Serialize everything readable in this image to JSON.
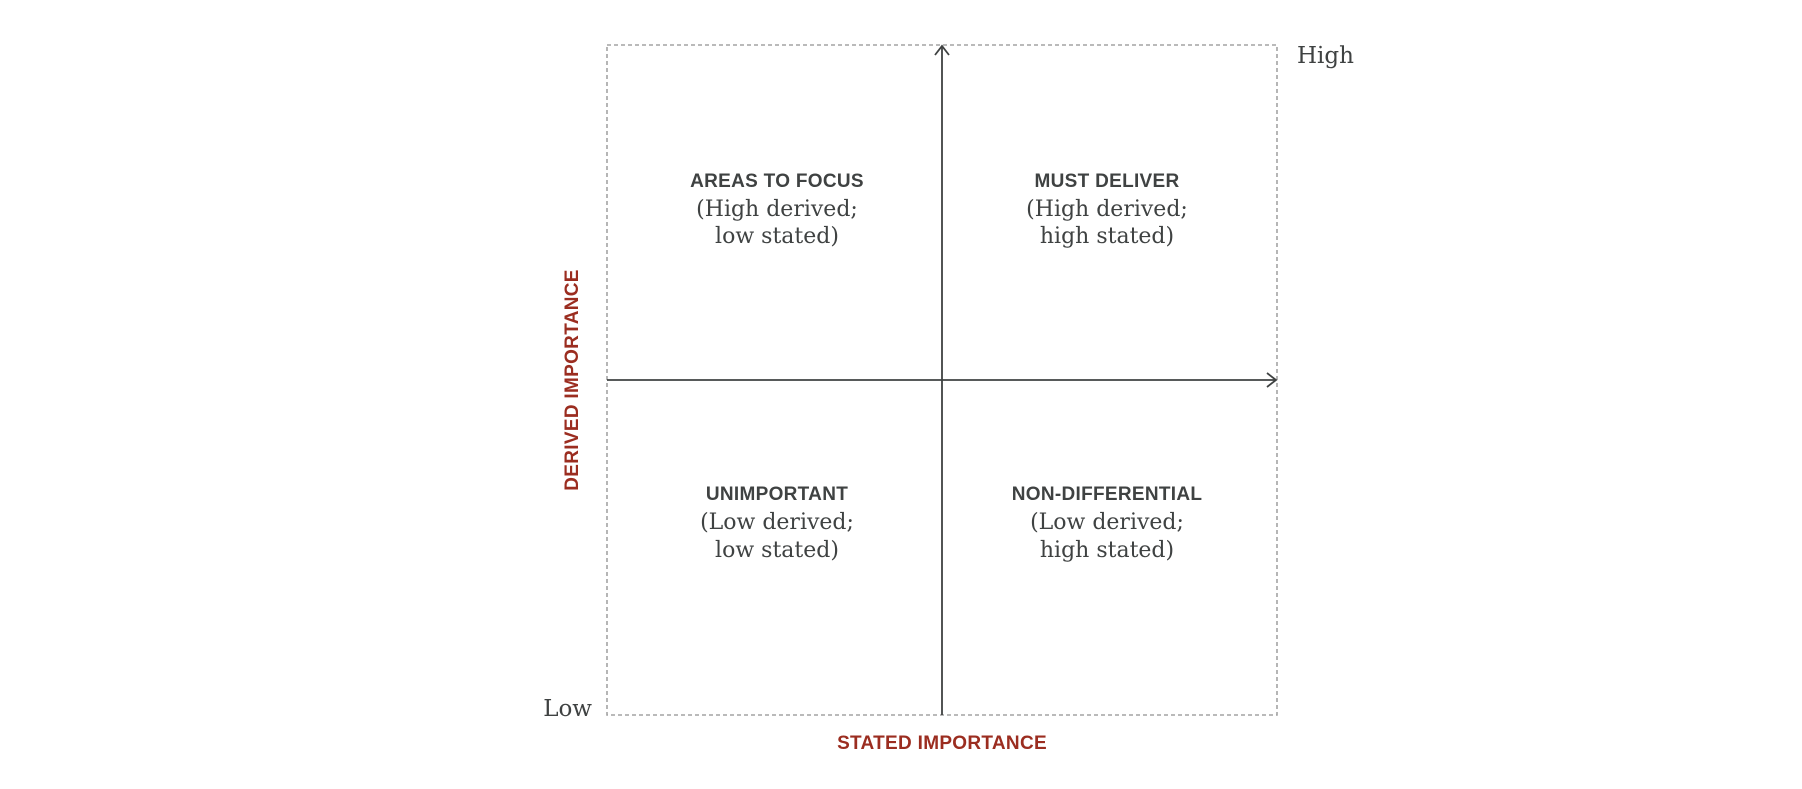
{
  "axes": {
    "x_label": "STATED IMPORTANCE",
    "y_label": "DERIVED IMPORTANCE",
    "high_label": "High",
    "low_label": "Low"
  },
  "quadrants": {
    "top_left": {
      "title": "AREAS TO FOCUS",
      "line1": "(High derived;",
      "line2": "low stated)"
    },
    "top_right": {
      "title": "MUST DELIVER",
      "line1": "(High derived;",
      "line2": "high stated)"
    },
    "bottom_left": {
      "title": "UNIMPORTANT",
      "line1": "(Low derived;",
      "line2": "low stated)"
    },
    "bottom_right": {
      "title": "NON-DIFFERENTIAL",
      "line1": "(Low derived;",
      "line2": "high stated)"
    }
  },
  "colors": {
    "axis_label": "#9b2d20",
    "text": "#3f4242",
    "axis_line": "#3f4242",
    "border": "#a3a3a3"
  }
}
